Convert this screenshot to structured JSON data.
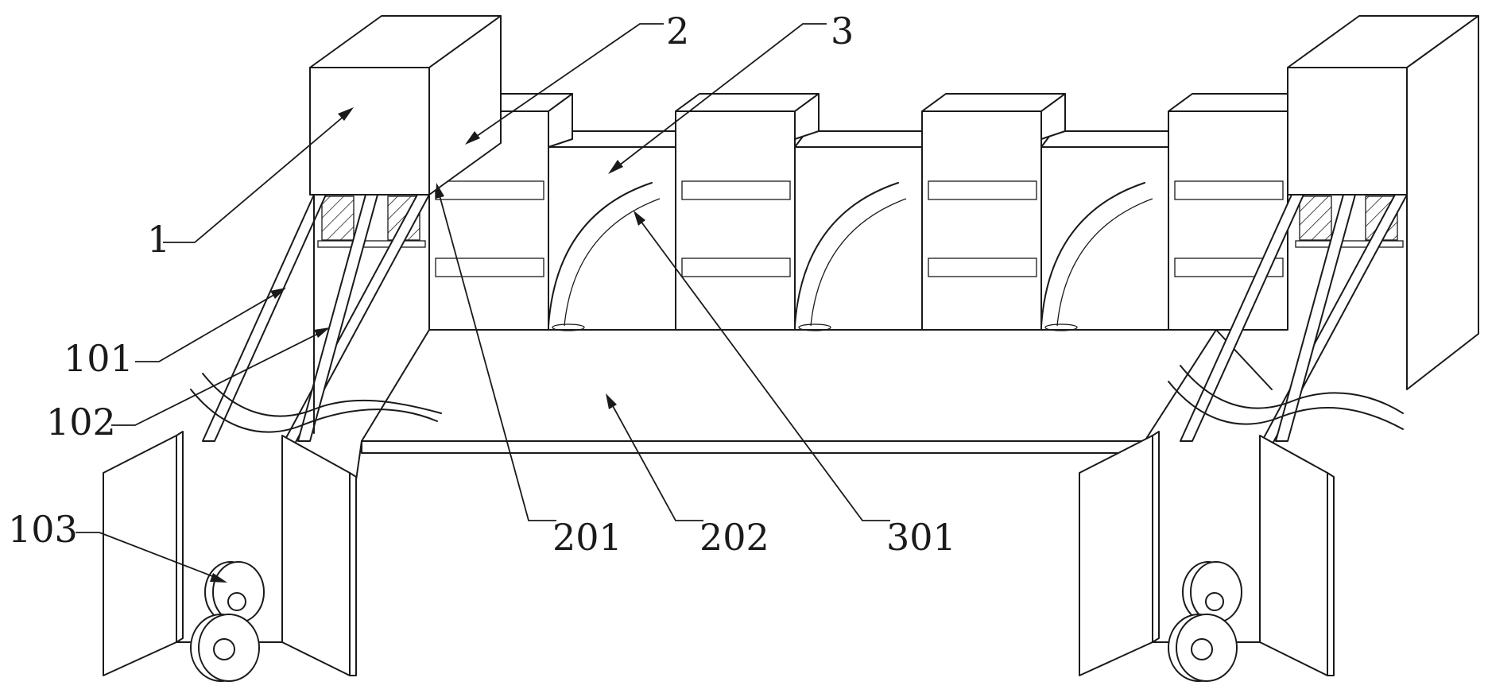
{
  "labels": {
    "l1": "1",
    "l2": "2",
    "l3": "3",
    "l101": "101",
    "l102": "102",
    "l103": "103",
    "l201": "201",
    "l202": "202",
    "l301": "301"
  },
  "colors": {
    "line": "#1a1a1a",
    "background": "#ffffff"
  }
}
